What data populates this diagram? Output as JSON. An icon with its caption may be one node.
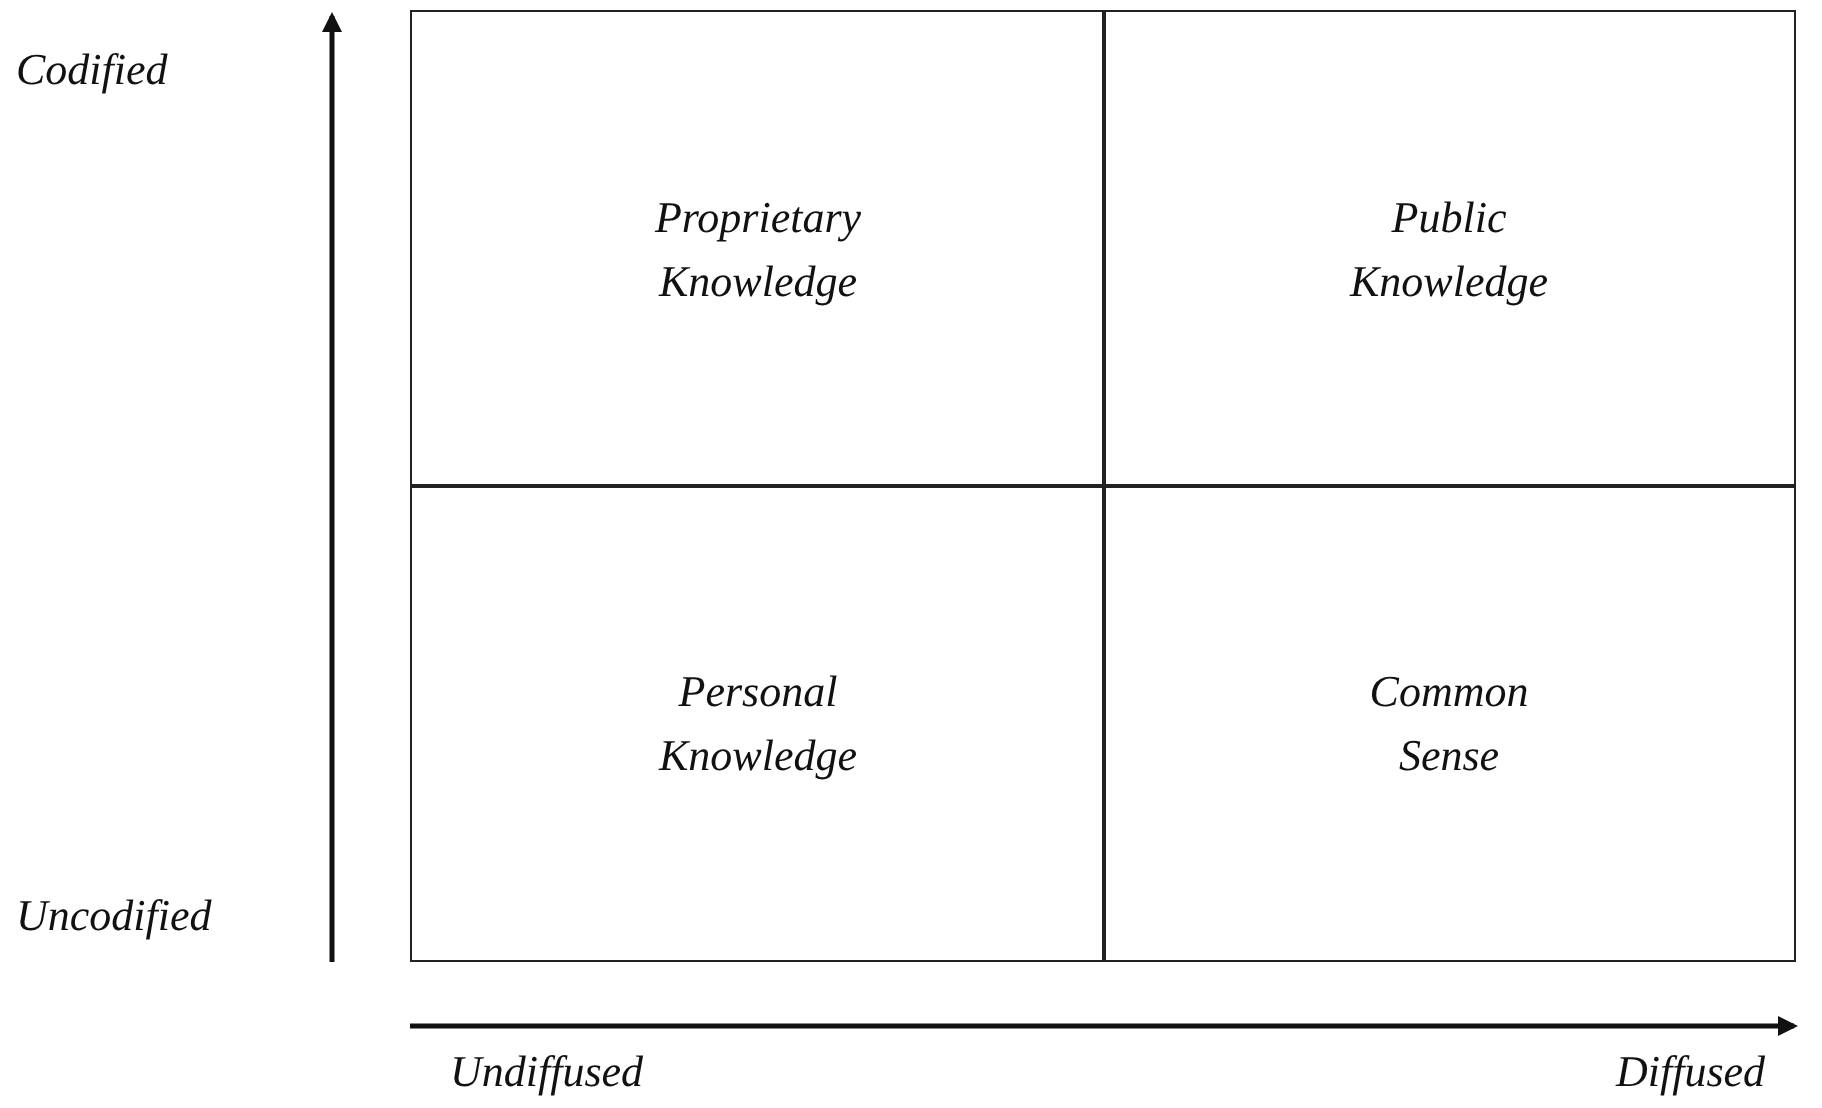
{
  "diagram": {
    "nodes": [
      {
        "text": [
          "Proprietary Knowledge"
        ]
      },
      {
        "text": [
          "Public Knowledge"
        ]
      },
      {
        "text": [
          "Personal Knowledge"
        ]
      },
      {
        "text": [
          "Common Sense"
        ]
      }
    ],
    "edges": [],
    "labels": [
      "Codified",
      "Uncodified",
      "Undiffused",
      "Diffused"
    ]
  }
}
